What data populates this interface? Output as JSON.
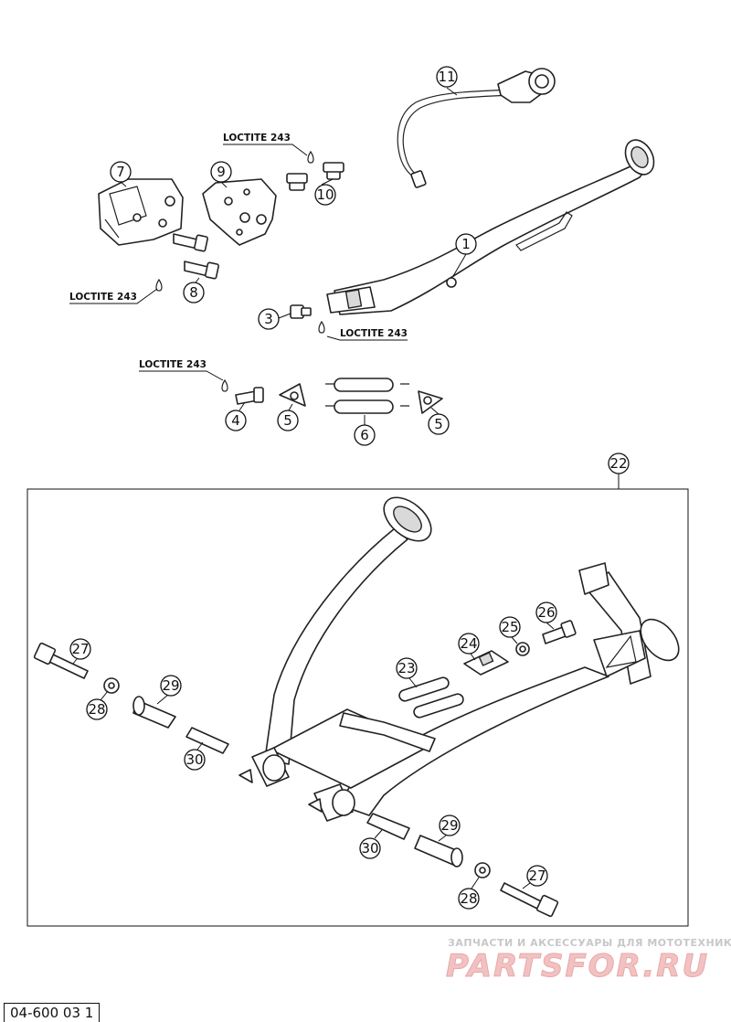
{
  "diagram": {
    "loctite_label": "LOCTITE 243",
    "document_code": "04-600 03 1",
    "watermark_tagline": "ЗАПЧАСТИ И АКСЕССУАРЫ ДЛЯ МОТОТЕХНИКИ",
    "watermark_brand": "PARTSFOR.RU",
    "callouts": [
      {
        "id": "c1",
        "label": "1"
      },
      {
        "id": "c3",
        "label": "3"
      },
      {
        "id": "c4",
        "label": "4"
      },
      {
        "id": "c5a",
        "label": "5"
      },
      {
        "id": "c5b",
        "label": "5"
      },
      {
        "id": "c6",
        "label": "6"
      },
      {
        "id": "c7",
        "label": "7"
      },
      {
        "id": "c8",
        "label": "8"
      },
      {
        "id": "c9",
        "label": "9"
      },
      {
        "id": "c10",
        "label": "10"
      },
      {
        "id": "c11",
        "label": "11"
      },
      {
        "id": "c22",
        "label": "22"
      },
      {
        "id": "c23",
        "label": "23"
      },
      {
        "id": "c24",
        "label": "24"
      },
      {
        "id": "c25",
        "label": "25"
      },
      {
        "id": "c26",
        "label": "26"
      },
      {
        "id": "c27a",
        "label": "27"
      },
      {
        "id": "c27b",
        "label": "27"
      },
      {
        "id": "c28a",
        "label": "28"
      },
      {
        "id": "c28b",
        "label": "28"
      },
      {
        "id": "c29a",
        "label": "29"
      },
      {
        "id": "c29b",
        "label": "29"
      },
      {
        "id": "c30a",
        "label": "30"
      },
      {
        "id": "c30b",
        "label": "30"
      }
    ]
  }
}
